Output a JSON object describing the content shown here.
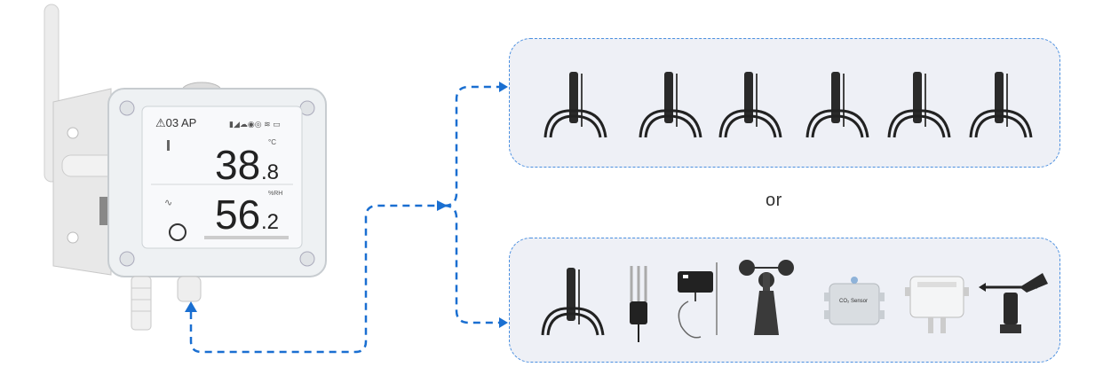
{
  "device": {
    "status_text": "⚠03 AP",
    "temperature_main": "38",
    "temperature_decimal": ".8",
    "temperature_unit": "°C",
    "humidity_main": "56",
    "humidity_decimal": ".2",
    "humidity_unit": "%RH"
  },
  "separator_text": "or",
  "top_group": {
    "sensors": [
      "probe-sensor",
      "probe-sensor",
      "probe-sensor",
      "probe-sensor",
      "probe-sensor",
      "probe-sensor"
    ]
  },
  "bottom_group": {
    "sensors": [
      "probe-sensor",
      "soil-sensor",
      "pt100-probe-sensor",
      "anemometer",
      "co2-sensor",
      "pressure-sensor",
      "wind-vane"
    ],
    "co2_label": "CO₂ Sensor"
  },
  "colors": {
    "connector": "#1a6fd1",
    "box_border": "#4a8fe0",
    "box_fill": "#eef0f6"
  }
}
